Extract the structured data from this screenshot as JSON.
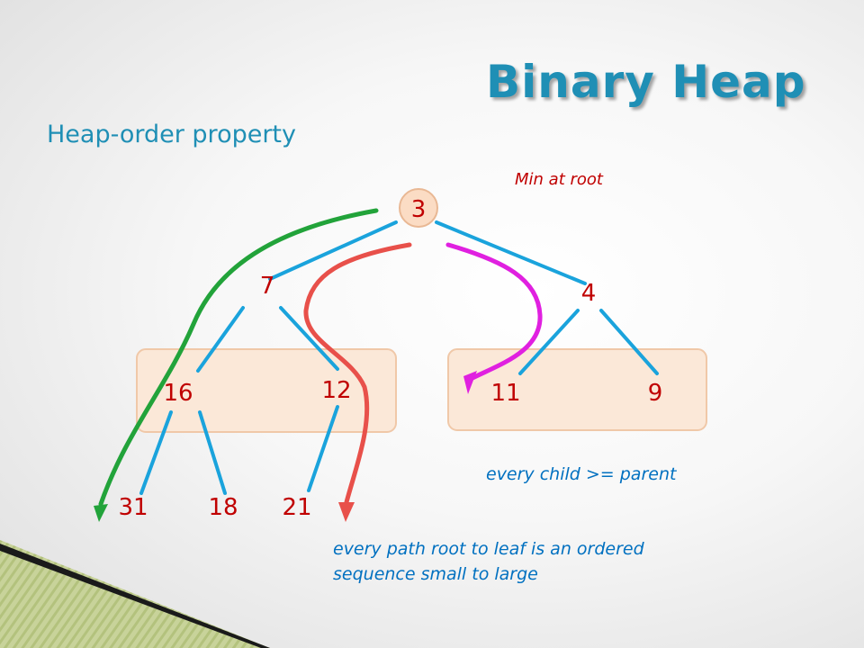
{
  "slide": {
    "title": "Binary Heap",
    "subtitle": "Heap-order property"
  },
  "annotations": {
    "min_at_root": "Min at root",
    "every_child": "every child >= parent",
    "every_path_line1": "every path root to leaf is an ordered",
    "every_path_line2": "sequence small to large"
  },
  "heap": {
    "nodes": [
      {
        "id": "n3",
        "value": "3"
      },
      {
        "id": "n7",
        "value": "7"
      },
      {
        "id": "n4",
        "value": "4"
      },
      {
        "id": "n16",
        "value": "16"
      },
      {
        "id": "n12",
        "value": "12"
      },
      {
        "id": "n11",
        "value": "11"
      },
      {
        "id": "n9",
        "value": "9"
      },
      {
        "id": "n31",
        "value": "31"
      },
      {
        "id": "n18",
        "value": "18"
      },
      {
        "id": "n21",
        "value": "21"
      }
    ],
    "edges": [
      [
        "3",
        "7"
      ],
      [
        "3",
        "4"
      ],
      [
        "7",
        "16"
      ],
      [
        "7",
        "12"
      ],
      [
        "4",
        "11"
      ],
      [
        "4",
        "9"
      ],
      [
        "16",
        "31"
      ],
      [
        "16",
        "18"
      ],
      [
        "12",
        "21"
      ]
    ]
  },
  "colors": {
    "title": "#1f8fb5",
    "edge": "#1aa3dc",
    "node_text": "#c00000",
    "root_fill": "#fbdcc4",
    "subtree_fill": "#fbe8d8",
    "arrow_green": "#22a33a",
    "arrow_red": "#e8504a",
    "arrow_magenta": "#e020e0"
  }
}
